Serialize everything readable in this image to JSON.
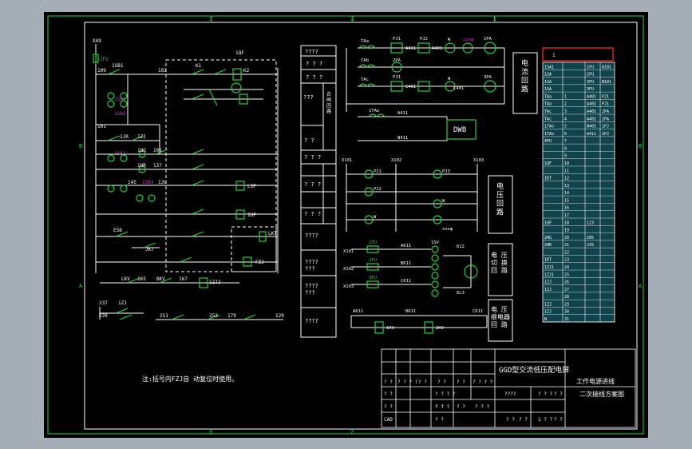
{
  "colors": {
    "background": "#a5aeb7",
    "paper": "#000000",
    "frame": "#27d43f",
    "wire": "#ffffff",
    "component": "#23d23b",
    "label": "#ffffff",
    "magenta": "#e030e0",
    "cyan_fill": "#1d7a8a",
    "highlight": "#e02020"
  },
  "zone_markers": {
    "top": [
      "3",
      "2",
      "1"
    ],
    "bottom": [
      "3",
      "2"
    ],
    "left": [
      "B",
      "A"
    ],
    "right": [
      "B",
      "A"
    ]
  },
  "control_circuit": {
    "labels": {
      "fuse_top": "1FU",
      "x_terminal": "X49",
      "n109": "109",
      "sb1": "1SB1",
      "s1": "1SA1",
      "s2": "1SA2",
      "n101": "101",
      "j1": "1ZJ",
      "n103": "103",
      "k1": "K1",
      "k2": "K2",
      "k3": "K2",
      "qf_box": "1QF",
      "jr": "1JR",
      "hg": "1HG",
      "hr": "1HR",
      "sb2": "1SB2",
      "sb3": "1SB3",
      "n105": "105",
      "n137": "137",
      "n139": "139",
      "n145": "145",
      "lsp": "LSP",
      "lup": "1UP",
      "esb": "ESB",
      "jkt": "JKT",
      "lkt": "LKT",
      "fzj": "FZJ",
      "lky": "LKV",
      "n165": "165",
      "bkv": "BKV",
      "n167": "167",
      "n237": "237",
      "n239": "239",
      "n251": "251",
      "n253": "253",
      "n179": "179",
      "n129": "129",
      "izj": "1ZJ",
      "izj2": "1ZJ2"
    }
  },
  "note": "注:括号内FZJ自 动复位时使用。",
  "left_legend": {
    "rows": [
      "????",
      "? ? ?",
      "? ? ?",
      "???",
      "合\n闸\n回\n路",
      "? ?",
      "? ? ?",
      "? ? ?",
      "? ? ?",
      "????",
      "????\n???",
      "????\n???",
      "????"
    ]
  },
  "primary_circuit": {
    "labels": [
      "TAa",
      "PJ1",
      "A411",
      "PJ2",
      "A401",
      "W",
      "cosφ",
      "1PA",
      "TAb",
      "2PA",
      "TAc",
      "PJ1",
      "C401",
      "W",
      "C401",
      "3PA",
      "1TAo",
      "A411",
      "N411",
      "DWB",
      "X101",
      "X102",
      "X103",
      "PJ1",
      "PJ2",
      "PJ3",
      "W",
      "W",
      "cosφ"
    ],
    "block_current": "电\n流\n回\n路",
    "block_voltage": "电\n压\n回\n路",
    "block_switch": "电 压\n切 换\n回 路",
    "block_relay": "电 压\n继电器\n回 路",
    "fuses": [
      "1FU",
      "2FU",
      "3FU"
    ],
    "volt_labels": [
      "A611",
      "B611",
      "C611",
      "612",
      "6L3",
      "1SV"
    ],
    "relays": [
      "1KV",
      "2KV"
    ],
    "relay_wires": [
      "A611",
      "B611",
      "C611"
    ]
  },
  "terminal_table": {
    "header": "1",
    "rows": [
      [
        "1SA1",
        "",
        "1FU",
        "A101"
      ],
      [
        "1SA",
        "",
        "2FU",
        ""
      ],
      [
        "1SA",
        "",
        "3FU",
        "N101"
      ],
      [
        "1SA",
        "",
        "3FU",
        ""
      ],
      [
        "TAa",
        "1",
        "A401",
        "PJ1"
      ],
      [
        "TAa",
        "2",
        "A402",
        "PJ1"
      ],
      [
        "TAc",
        "3",
        "A401",
        "2PA"
      ],
      [
        "TAc",
        "4",
        "A402",
        "2PA"
      ],
      [
        "1TAo",
        "5",
        "N401",
        "1PJ"
      ],
      [
        "1TAo",
        "6",
        "A411",
        "1PJ"
      ],
      [
        "4FU",
        "7",
        "",
        ""
      ],
      [
        "",
        "8",
        "",
        ""
      ],
      [
        "",
        "9",
        "",
        ""
      ],
      [
        "1QF",
        "10",
        "",
        ""
      ],
      [
        "",
        "11",
        "",
        ""
      ],
      [
        "1KT",
        "12",
        "",
        ""
      ],
      [
        "",
        "13",
        "",
        ""
      ],
      [
        "",
        "14",
        "",
        ""
      ],
      [
        "",
        "15",
        "",
        ""
      ],
      [
        "",
        "16",
        "",
        ""
      ],
      [
        "",
        "17",
        "",
        ""
      ],
      [
        "1QF",
        "18",
        "123",
        ""
      ],
      [
        "",
        "19",
        "",
        ""
      ],
      [
        "2HG",
        "20",
        "205",
        ""
      ],
      [
        "2HR",
        "21",
        "235",
        ""
      ],
      [
        "",
        "22",
        "",
        ""
      ],
      [
        "1KT",
        "23",
        "",
        ""
      ],
      [
        "1ZJ1",
        "24",
        "",
        ""
      ],
      [
        "1ZJ1",
        "25",
        "",
        ""
      ],
      [
        "1ZJ",
        "26",
        "",
        ""
      ],
      [
        "1ZJ",
        "27",
        "",
        ""
      ],
      [
        "",
        "28",
        "",
        ""
      ],
      [
        "1ZJ",
        "29",
        "",
        ""
      ],
      [
        "1ZJ",
        "30",
        "",
        ""
      ],
      [
        "N",
        "31",
        "",
        ""
      ]
    ]
  },
  "title_block": {
    "main_title": "GGD型交流低压配电屏",
    "sub_title_1": "工作电源进线",
    "sub_title_2": "二次接线方案图",
    "cells": {
      "r1": [
        "? ?",
        "? ? ? ?",
        "? ?",
        "? ?",
        "? ?",
        "? ? ? ?"
      ],
      "r2": [
        "? ?",
        "? ? ? ?"
      ],
      "r3": [
        "? ?",
        "? ?",
        "? ?",
        "????",
        "? ? ?",
        "? ?"
      ],
      "r4": [
        "CAD",
        "? ?"
      ],
      "r5": [
        "? ? ?",
        "? ? ?",
        "? ?",
        "? ?",
        "1 ? ?",
        "? ?"
      ]
    }
  }
}
